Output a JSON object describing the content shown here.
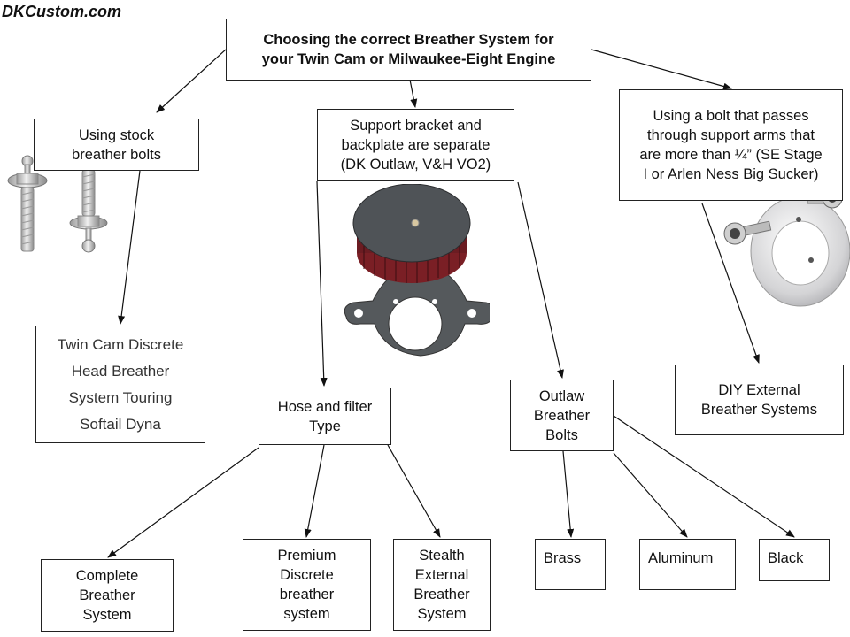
{
  "brand": "DKCustom.com",
  "nodes": {
    "root": "Choosing the correct Breather System for\nyour Twin Cam or Milwaukee-Eight Engine",
    "stock_bolts": "Using stock\nbreather bolts",
    "support_bracket": "Support bracket and\nbackplate are separate\n(DK Outlaw, V&H VO2)",
    "bolt_through": "Using a bolt that passes\nthrough support arms that\nare more than ¼” (SE Stage\nI or Arlen Ness Big Sucker)",
    "twin_cam_list": [
      "Twin Cam Discrete",
      "Head Breather",
      "System Touring",
      "Softail Dyna"
    ],
    "hose_filter": "Hose and filter\nType",
    "outlaw_bolts": "Outlaw\nBreather\nBolts",
    "diy_external": "DIY External\nBreather Systems",
    "complete": "Complete\nBreather\nSystem",
    "premium": "Premium\nDiscrete\nbreather\nsystem",
    "stealth": "Stealth\nExternal\nBreather\nSystem",
    "brass": "Brass",
    "aluminum": "Aluminum",
    "black": "Black"
  }
}
